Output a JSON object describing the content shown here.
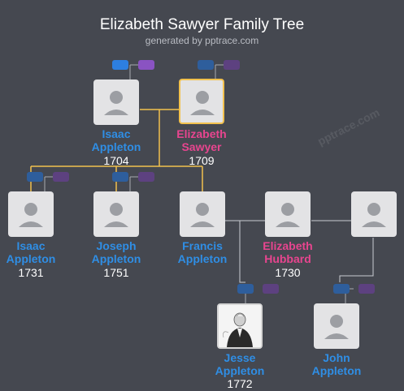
{
  "header": {
    "title": "Elizabeth Sawyer Family Tree",
    "subtitle": "generated by pptrace.com",
    "watermark": "pptrace.com"
  },
  "colors": {
    "background": "#454850",
    "male": "#2f8ee5",
    "female": "#e8458f",
    "highlight_line": "#f2c14e",
    "plain_line": "#c9ccd2"
  },
  "people": [
    {
      "id": "isaac-sr",
      "first": "Isaac",
      "last": "Appleton",
      "year": "1704",
      "gender": "male"
    },
    {
      "id": "elizabeth-sawyer",
      "first": "Elizabeth",
      "last": "Sawyer",
      "year": "1709",
      "gender": "female",
      "highlighted": true
    },
    {
      "id": "isaac-jr",
      "first": "Isaac",
      "last": "Appleton",
      "year": "1731",
      "gender": "male"
    },
    {
      "id": "joseph",
      "first": "Joseph",
      "last": "Appleton",
      "year": "1751",
      "gender": "male"
    },
    {
      "id": "francis",
      "first": "Francis",
      "last": "Appleton",
      "year": "",
      "gender": "male"
    },
    {
      "id": "elizabeth-hubbard",
      "first": "Elizabeth",
      "last": "Hubbard",
      "year": "1730",
      "gender": "female"
    },
    {
      "id": "spouse-unknown",
      "first": "",
      "last": "",
      "year": "",
      "gender": "unknown"
    },
    {
      "id": "jesse",
      "first": "Jesse",
      "last": "Appleton",
      "year": "1772",
      "gender": "male",
      "photo": "portrait-icon"
    },
    {
      "id": "john",
      "first": "John",
      "last": "Appleton",
      "year": "",
      "gender": "male"
    }
  ],
  "icons": {
    "placeholder": "person-silhouette-icon",
    "expand_male": "expand-father-button",
    "expand_female": "expand-mother-button"
  }
}
